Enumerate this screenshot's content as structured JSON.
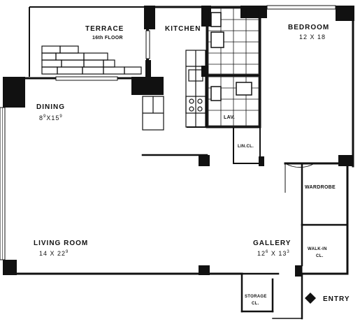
{
  "rooms": {
    "terrace": {
      "name": "TERRACE",
      "floor": "16th FLOOR"
    },
    "kitchen": {
      "name": "KITCHEN"
    },
    "bedroom": {
      "name": "BEDROOM",
      "size": "12 X 18"
    },
    "dining": {
      "name": "DINING",
      "size_main": "8",
      "size_sup1": "9",
      "size_mid": "X15",
      "size_sup2": "9"
    },
    "lav": {
      "name": "LAV."
    },
    "lin_cl": {
      "name": "LIN.CL."
    },
    "wardrobe": {
      "name": "WARDROBE"
    },
    "living_room": {
      "name": "LIVING ROOM",
      "size_main": "14 X 22",
      "size_sup": "9"
    },
    "gallery": {
      "name": "GALLERY",
      "size_a": "12",
      "size_sup1": "6",
      "size_b": " X 13",
      "size_sup2": "3"
    },
    "walk_in_cl": {
      "name_line1": "WALK-IN",
      "name_line2": "CL."
    },
    "storage_cl": {
      "name_line1": "STORAGE",
      "name_line2": "CL."
    },
    "entry": {
      "name": "ENTRY"
    }
  },
  "colors": {
    "wall": "#111111",
    "background": "#ffffff"
  }
}
